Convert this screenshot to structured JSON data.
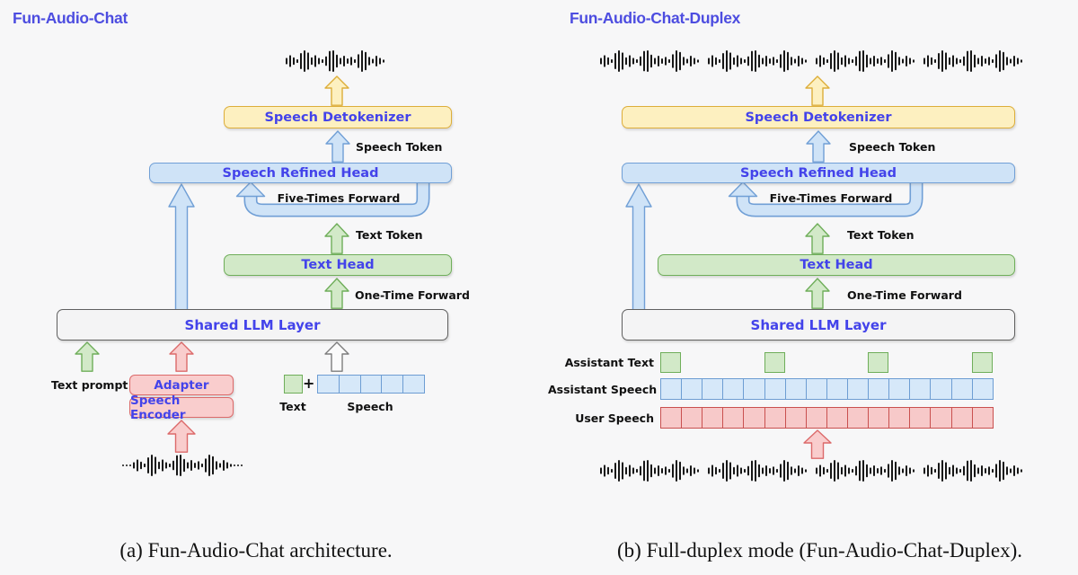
{
  "palette": {
    "background": "#f7f7f8",
    "title_blue": "#4d4de0",
    "ink_blue": "#4343ea",
    "label_black": "#111111",
    "wave_black": "#161616",
    "yellow_fill": "#fdf0c0",
    "yellow_stroke": "#ddae3a",
    "blue_fill": "#cfe3f7",
    "blue_stroke": "#709fd6",
    "green_fill": "#d2e9c8",
    "green_stroke": "#6fae5a",
    "gray_fill": "#f4f4f5",
    "gray_stroke": "#606060",
    "pink_fill": "#f9cdcd",
    "pink_stroke": "#dc6a6a",
    "white_fill": "#fbfbfb",
    "white_stroke": "#7d7d7d",
    "token_blue_fill": "#d6e8f9",
    "token_blue_stroke": "#6d9dd3",
    "token_red_fill": "#f7c9c9",
    "token_red_stroke": "#c9504f",
    "token_green_fill": "#d2e9c8",
    "token_green_stroke": "#6fae5a"
  },
  "left": {
    "title": "Fun-Audio-Chat",
    "caption": "(a) Fun-Audio-Chat architecture.",
    "boxes": {
      "speech_detokenizer": "Speech Detokenizer",
      "speech_refined_head": "Speech Refined Head",
      "text_head": "Text Head",
      "shared_llm_layer": "Shared LLM Layer",
      "adapter": "Adapter",
      "speech_encoder": "Speech Encoder"
    },
    "labels": {
      "speech_token": "Speech Token",
      "five_times_forward": "Five-Times Forward",
      "text_token": "Text Token",
      "one_time_forward": "One-Time Forward",
      "text_prompt": "Text prompt",
      "text": "Text",
      "plus": "+",
      "speech": "Speech"
    },
    "tokens": {
      "text_count": 1,
      "speech_count": 5
    }
  },
  "right": {
    "title": "Fun-Audio-Chat-Duplex",
    "caption": "(b) Full-duplex mode (Fun-Audio-Chat-Duplex).",
    "boxes": {
      "speech_detokenizer": "Speech Detokenizer",
      "speech_refined_head": "Speech Refined Head",
      "text_head": "Text Head",
      "shared_llm_layer": "Shared LLM Layer"
    },
    "labels": {
      "speech_token": "Speech Token",
      "five_times_forward": "Five-Times Forward",
      "text_token": "Text Token",
      "one_time_forward": "One-Time Forward",
      "assistant_text": "Assistant Text",
      "assistant_speech": "Assistant Speech",
      "user_speech": "User Speech"
    },
    "tokens": {
      "assistant_text_count": 4,
      "assistant_speech_count": 16,
      "user_speech_count": 16
    }
  }
}
